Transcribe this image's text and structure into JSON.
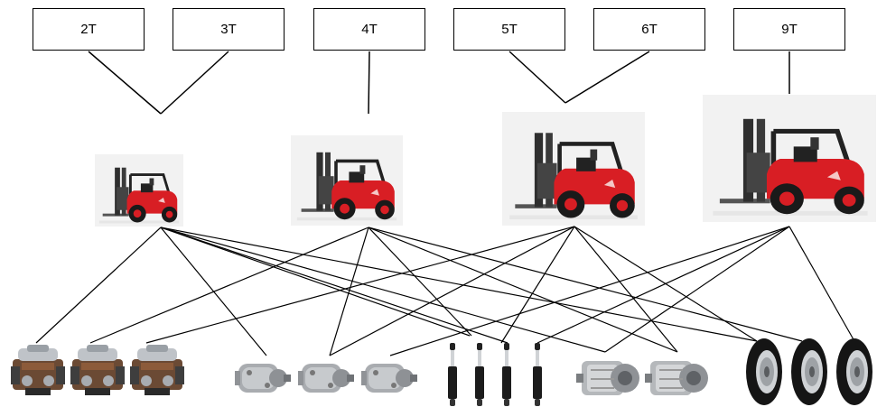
{
  "capacity_labels": [
    "2T",
    "3T",
    "4T",
    "5T",
    "6T",
    "9T"
  ],
  "forklift_colors": {
    "body": "#d81e24",
    "mast": "#2f2f2f",
    "tire": "#1a1a1a",
    "hub": "#d81e24"
  },
  "component_groups": [
    {
      "icon": "engine-icon",
      "count": 3
    },
    {
      "icon": "hydraulic-pump-icon",
      "count": 3
    },
    {
      "icon": "hydraulic-cylinder-icon",
      "count": 4
    },
    {
      "icon": "transmission-icon",
      "count": 2
    },
    {
      "icon": "tire-icon",
      "count": 3
    }
  ]
}
